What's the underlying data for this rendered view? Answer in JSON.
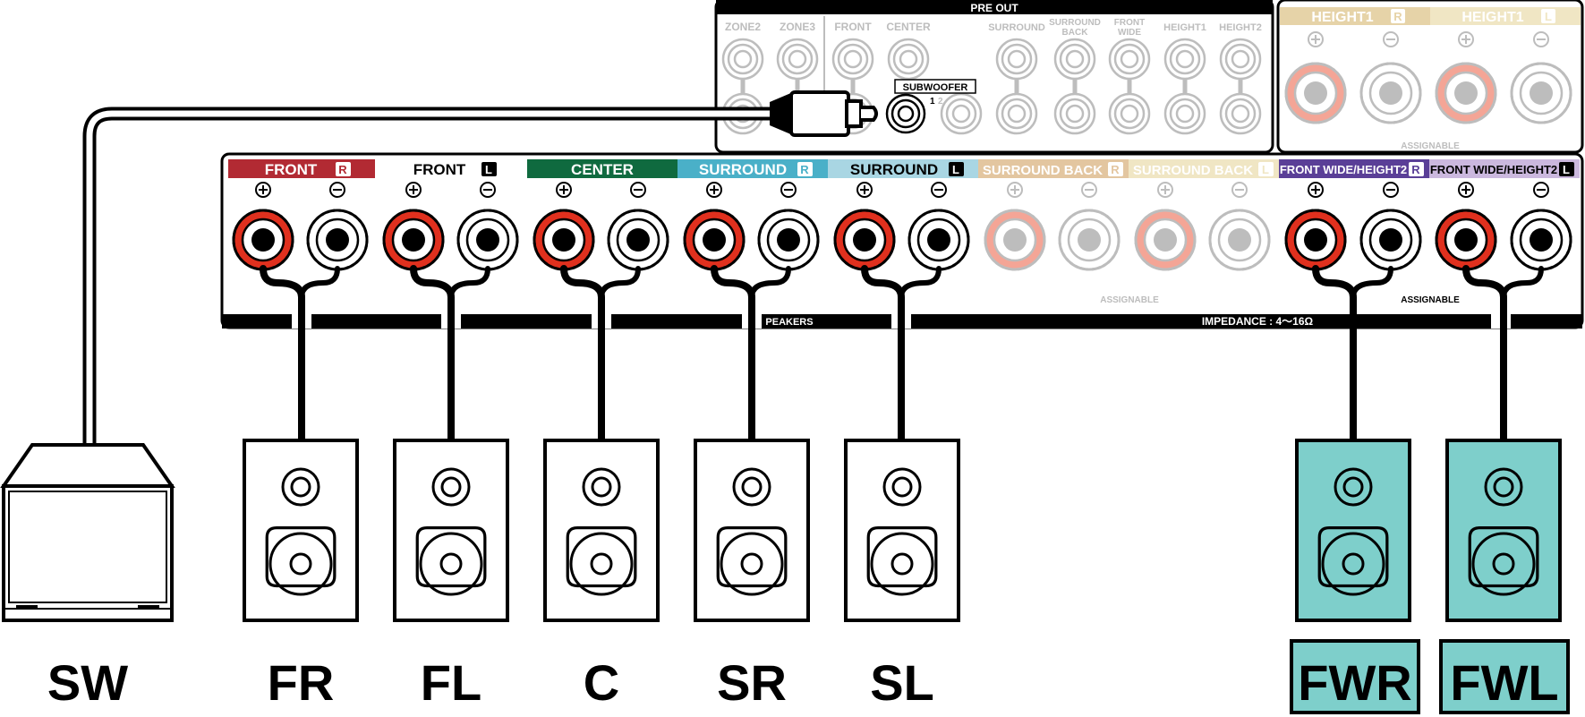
{
  "colors": {
    "ink": "#000000",
    "paper": "#ffffff",
    "faded": "#bdbdbd",
    "terminal_red": "#e0301e",
    "terminal_red_faded": "#f4a596",
    "speaker_active_fill": "#7ecfcb",
    "label_front_r": "#b22a33",
    "label_center": "#0f6a3f",
    "label_surround_r": "#4ab0c8",
    "label_surround_l": "#a9d6e3",
    "label_surround_back": "#e3c6a0",
    "label_height_r": "#e6d3a8",
    "label_height_l": "#f0e6c4",
    "label_front_wide_r": "#5a3f97",
    "label_front_wide_l": "#cbb8de"
  },
  "icons": {
    "plus": "plus-icon",
    "minus": "minus-icon",
    "rca_plug": "rca-plug-icon",
    "speaker": "speaker-icon",
    "subwoofer": "subwoofer-icon"
  },
  "pre_out": {
    "title": "PRE OUT",
    "zone2": "ZONE2",
    "zone3": "ZONE3",
    "front": "FRONT",
    "center": "CENTER",
    "surround": "SURROUND",
    "surround_back_1": "SURROUND",
    "surround_back_2": "BACK",
    "front_wide_1": "FRONT",
    "front_wide_2": "WIDE",
    "height1": "HEIGHT1",
    "height2": "HEIGHT2",
    "subwoofer": "SUBWOOFER",
    "sub_1": "1",
    "sub_2": "2"
  },
  "height_panel": {
    "height1_r": "HEIGHT1",
    "height1_l": "HEIGHT1",
    "r_badge": "R",
    "l_badge": "L",
    "assignable": "ASSIGNABLE"
  },
  "speaker_terminals": {
    "labels": [
      {
        "text": "FRONT",
        "badge": "R"
      },
      {
        "text": "FRONT",
        "badge": "L"
      },
      {
        "text": "CENTER",
        "badge": ""
      },
      {
        "text": "SURROUND",
        "badge": "R"
      },
      {
        "text": "SURROUND",
        "badge": "L"
      },
      {
        "text": "SURROUND BACK",
        "badge": "R"
      },
      {
        "text": "SURROUND BACK",
        "badge": "L"
      },
      {
        "text": "FRONT WIDE/HEIGHT2",
        "badge": "R"
      },
      {
        "text": "FRONT WIDE/HEIGHT2",
        "badge": "L"
      }
    ],
    "assignable_1": "ASSIGNABLE",
    "assignable_2": "ASSIGNABLE",
    "speakers_label": "PEAKERS",
    "impedance": "IMPEDANCE : 4～16Ω"
  },
  "speakers": {
    "sw": "SW",
    "fr": "FR",
    "fl": "FL",
    "c": "C",
    "sr": "SR",
    "sl": "SL",
    "fwr": "FWR",
    "fwl": "FWL"
  }
}
